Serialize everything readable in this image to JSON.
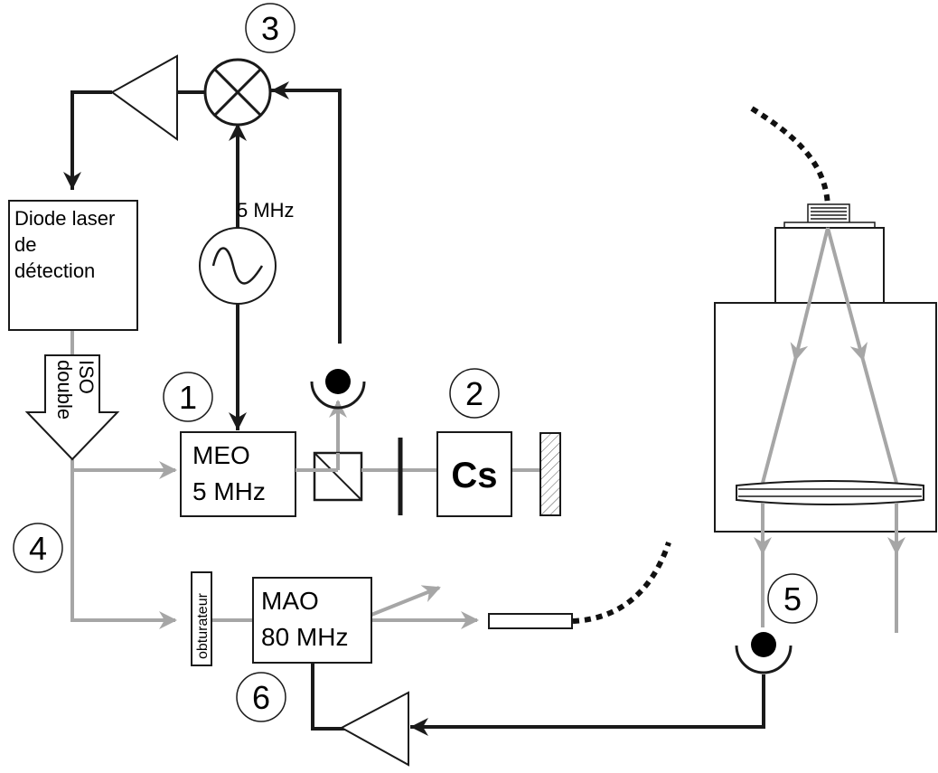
{
  "diagram": {
    "labels": {
      "diode_line1": "Diode laser",
      "diode_line2": "de",
      "diode_line3": "détection",
      "iso_line1": "ISO",
      "iso_line2": "double",
      "freq_5mhz": "5 MHz",
      "meo_line1": "MEO",
      "meo_line2": "5 MHz",
      "cs": "Cs",
      "mao_line1": "MAO",
      "mao_line2": "80 MHz",
      "shutter": "obturateur"
    },
    "markers": {
      "m1": "1",
      "m2": "2",
      "m3": "3",
      "m4": "4",
      "m5": "5",
      "m6": "6"
    },
    "colors": {
      "electrical": "#1a1a1a",
      "optical": "#a6a6a6"
    }
  }
}
